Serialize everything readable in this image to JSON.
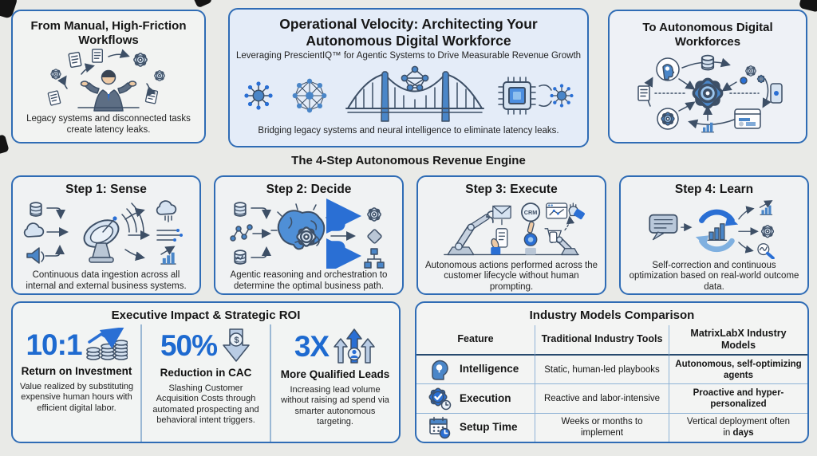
{
  "colors": {
    "background": "#e9eae7",
    "panel_border": "#2f6cb5",
    "center_panel_fill": "#e4ecf8",
    "stat_blue": "#1e6ad0",
    "accent_blue": "#2a6fd4",
    "table_line": "#8fb3d6"
  },
  "top": {
    "left_panel": {
      "title": "From Manual, High-Friction Workflows",
      "caption": "Legacy systems and disconnected tasks create latency leaks.",
      "icon": "manual-workflow-illustration"
    },
    "center_panel": {
      "title": "Operational Velocity: Architecting Your Autonomous Digital Workforce",
      "subtitle": "Leveraging PrescientIQ™ for Agentic Systems to Drive Measurable Revenue Growth",
      "caption": "Bridging legacy systems and neural intelligence to eliminate latency leaks.",
      "icon": "bridge-networks-illustration"
    },
    "right_panel": {
      "title": "To Autonomous Digital Workforces",
      "icon": "autonomous-workflow-illustration"
    }
  },
  "engine": {
    "heading": "The 4-Step Autonomous Revenue Engine",
    "steps": [
      {
        "title": "Step 1: Sense",
        "caption": "Continuous data ingestion across all internal and external business systems.",
        "icon": "satellite-dish-icon"
      },
      {
        "title": "Step 2: Decide",
        "caption": "Agentic reasoning and orchestration to determine the optimal business path.",
        "icon": "brain-gear-icon"
      },
      {
        "title": "Step 3: Execute",
        "caption": "Autonomous actions performed across the customer lifecycle without human prompting.",
        "icon": "robot-arm-icon",
        "crm_label": "CRM"
      },
      {
        "title": "Step 4: Learn",
        "caption": "Self-correction and continuous optimization based on real-world outcome data.",
        "icon": "feedback-loop-icon"
      }
    ]
  },
  "roi": {
    "title": "Executive Impact & Strategic ROI",
    "stats": [
      {
        "value": "10:1",
        "label": "Return on Investment",
        "description": "Value realized by substituting expensive human hours with efficient digital labor.",
        "icon": "coins-growth-icon"
      },
      {
        "value": "50%",
        "label": "Reduction in CAC",
        "description": "Slashing Customer Acquisition Costs through automated prospecting and behavioral intent triggers.",
        "icon": "dollar-down-arrow-icon",
        "icon_symbol": "$"
      },
      {
        "value": "3X",
        "label": "More Qualified Leads",
        "description": "Increasing lead volume without raising ad spend via smarter autonomous targeting.",
        "icon": "leads-up-arrows-icon"
      }
    ]
  },
  "comparison": {
    "title": "Industry Models Comparison",
    "headers": [
      "Feature",
      "Traditional Industry Tools",
      "MatrixLabX Industry Models"
    ],
    "rows": [
      {
        "feature": "Intelligence",
        "icon": "brain-head-icon",
        "traditional": "Static, human-led playbooks",
        "matrixlabx": "Autonomous, self-optimizing agents"
      },
      {
        "feature": "Execution",
        "icon": "gear-check-icon",
        "traditional": "Reactive and labor-intensive",
        "matrixlabx": "Proactive and hyper-personalized"
      },
      {
        "feature": "Setup Time",
        "icon": "calendar-clock-icon",
        "traditional": "Weeks or months to implement",
        "matrixlabx": "Vertical deployment often in",
        "matrixlabx_bold": "days"
      }
    ]
  }
}
